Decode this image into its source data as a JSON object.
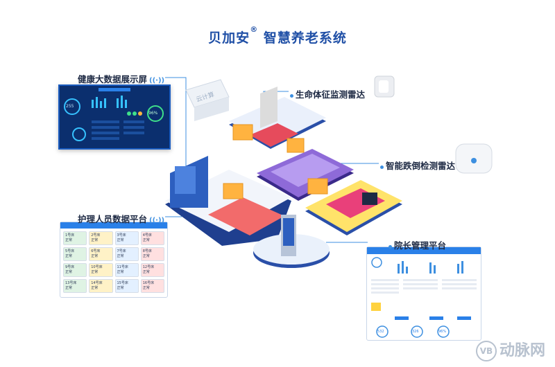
{
  "title": {
    "main": "贝加安",
    "mark": "®",
    "sub": "智慧养老系统"
  },
  "callouts": {
    "health_screen": "健康大数据展示屏",
    "life_radar": "生命体征监测雷达",
    "fall_radar": "智能跌倒检测雷达",
    "nurse_platform": "护理人员数据平台",
    "director_platform": "院长管理平台"
  },
  "cloud_label": "云计算",
  "watermark": {
    "badge": "VB",
    "text": "动脉网"
  },
  "health_screen": {
    "stat_value": "96%",
    "counter": "255"
  },
  "nurse_cards": [
    {
      "label": "1号床",
      "status": "正常"
    },
    {
      "label": "2号床",
      "status": "正常"
    },
    {
      "label": "3号床",
      "status": "正常"
    },
    {
      "label": "4号床",
      "status": "正常"
    },
    {
      "label": "5号床",
      "status": "正常"
    },
    {
      "label": "6号床",
      "status": "正常"
    },
    {
      "label": "7号床",
      "status": "正常"
    },
    {
      "label": "8号床",
      "status": "正常"
    },
    {
      "label": "9号床",
      "status": "正常"
    },
    {
      "label": "10号床",
      "status": "正常"
    },
    {
      "label": "11号床",
      "status": "正常"
    },
    {
      "label": "12号床",
      "status": "正常"
    },
    {
      "label": "13号床",
      "status": "正常"
    },
    {
      "label": "14号床",
      "status": "正常"
    },
    {
      "label": "15号床",
      "status": "正常"
    },
    {
      "label": "16号床",
      "status": "正常"
    }
  ],
  "director": {
    "stat1": "532",
    "stat2": "326",
    "stat3": "96%"
  },
  "colors": {
    "brand": "#1f4fa6",
    "accent": "#3d8fe0",
    "floor_red": "#f26b6b",
    "floor_purple": "#8e6ad8",
    "floor_yellow": "#ffe36a"
  }
}
